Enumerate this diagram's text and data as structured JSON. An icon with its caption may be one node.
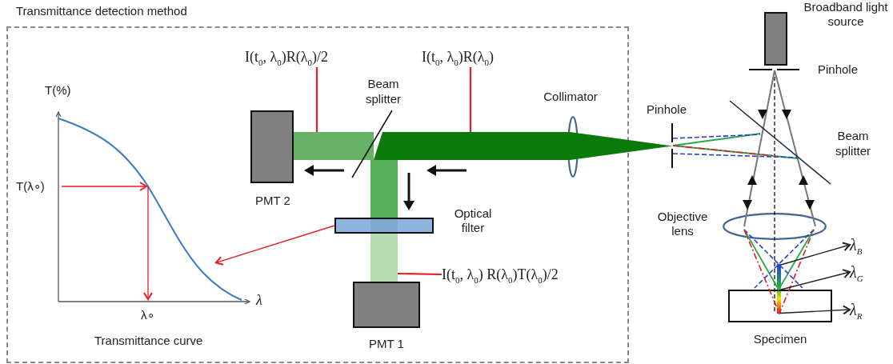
{
  "diagram": {
    "nodes": [
      {
        "text": [
          "Transmittance detection method"
        ]
      },
      {
        "text": [
          "T(%)",
          "T(λ∘)",
          "λ∘",
          "λ",
          "Transmittance curve"
        ],
        "in": 0
      },
      {
        "text": [
          "PMT 2"
        ],
        "in": 0
      },
      {
        "text": [
          "Optical filter"
        ],
        "in": 0
      },
      {
        "text": [
          "PMT 1"
        ],
        "in": 0
      },
      {
        "text": [
          "I(t$_{0}$, λ$_{0}$)R(λ$_{0}$)/2"
        ],
        "in": 0
      },
      {
        "text": [
          "I(t$_{0}$, λ$_{0}$)R(λ$_{0}$)"
        ],
        "in": 0
      },
      {
        "text": [
          "I(t$_{0}$, λ$_{0}$) R(λ$_{0}$)T(λ$_{0}$)/2"
        ],
        "in": 0
      },
      {
        "text": [],
        "shape": "bar",
        "in": 0
      },
      {
        "text": [],
        "shape": "cone"
      },
      {
        "text": [],
        "shape": "bar",
        "in": 0
      },
      {
        "text": [
          "Collimator"
        ],
        "in": 0
      },
      {
        "text": [
          "Broadband light source"
        ]
      },
      {
        "text": [
          "Objective lens"
        ]
      },
      {
        "text": [],
        "shape": "bar"
      },
      {
        "text": [
          "Specimen"
        ]
      },
      {
        "text": [
          "λ$_{B}$"
        ]
      },
      {
        "text": [
          "λ$_{G}$"
        ]
      },
      {
        "text": [
          "λ$_{R}$"
        ]
      }
    ],
    "edges": [
      {
        "from": 3,
        "to": 1,
        "arrow": "to",
        "color": "#e41e26"
      },
      {
        "from": 5,
        "to": 8,
        "arrow": "none",
        "color": "#e41e26"
      },
      {
        "from": 6,
        "to": 9,
        "arrow": "none",
        "color": "#e41e26"
      },
      {
        "from": 7,
        "to": 10,
        "arrow": "none",
        "color": "#e41e26"
      },
      {
        "from": 14,
        "to": 16,
        "arrow": "to",
        "color": "#222222"
      },
      {
        "from": 14,
        "to": 17,
        "arrow": "to",
        "color": "#222222"
      },
      {
        "from": 15,
        "to": 18,
        "arrow": "to",
        "color": "#222222"
      }
    ],
    "labels": [
      "Beam splitter",
      "Pinhole",
      "Pinhole",
      "Beam splitter"
    ]
  }
}
